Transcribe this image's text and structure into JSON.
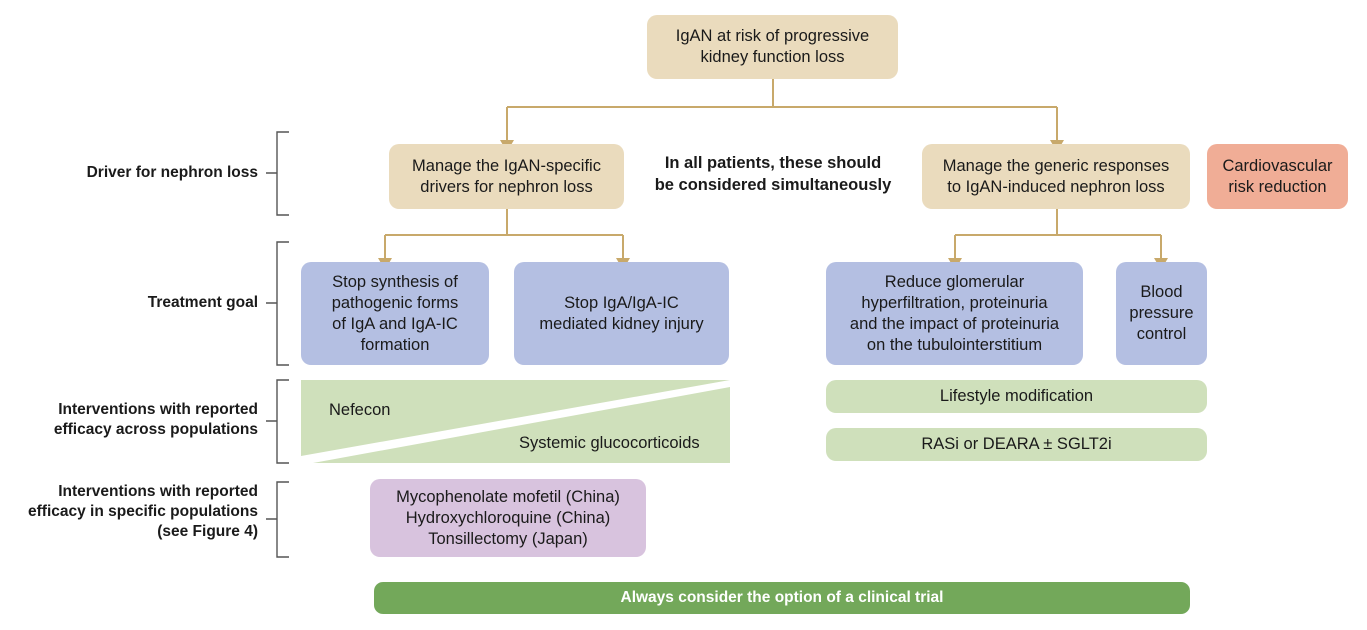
{
  "top_node": "IgAN at risk of progressive\nkidney function loss",
  "center_note": "In all patients, these should\nbe considered simultaneously",
  "left_driver": "Manage the IgAN-specific\ndrivers for nephron loss",
  "right_driver": "Manage the generic responses\nto IgAN-induced nephron loss",
  "cardio": "Cardiovascular\nrisk reduction",
  "goals": {
    "stop_synthesis": "Stop synthesis of\npathogenic forms\nof IgA and IgA-IC\nformation",
    "stop_injury": "Stop IgA/IgA-IC\nmediated kidney injury",
    "reduce_hyperfiltration": "Reduce glomerular\nhyperfiltration, proteinuria\nand the impact of proteinuria\non the tubulointerstitium",
    "bp_control": "Blood\npressure\ncontrol"
  },
  "interventions": {
    "nefecon": "Nefecon",
    "systemic": "Systemic glucocorticoids",
    "lifestyle": "Lifestyle modification",
    "rasi": "RASi or DEARA ± SGLT2i"
  },
  "specific_populations": "Mycophenolate mofetil (China)\nHydroxychloroquine (China)\nTonsillectomy (Japan)",
  "clinical_trial": "Always consider the option of a clinical trial",
  "row_labels": {
    "driver": "Driver for nephron loss",
    "goal": "Treatment goal",
    "interventions_all": "Interventions with reported\nefficacy across populations",
    "interventions_specific": "Interventions with reported\nefficacy in specific populations\n(see Figure 4)"
  },
  "colors": {
    "connector": "#c8a96b",
    "tan": "#eadbbd",
    "blue": "#b4bfe2",
    "green": "#cfe0bb",
    "purple": "#d8c3de",
    "salmon": "#f0ad96",
    "trial_bar": "#73a85a"
  }
}
